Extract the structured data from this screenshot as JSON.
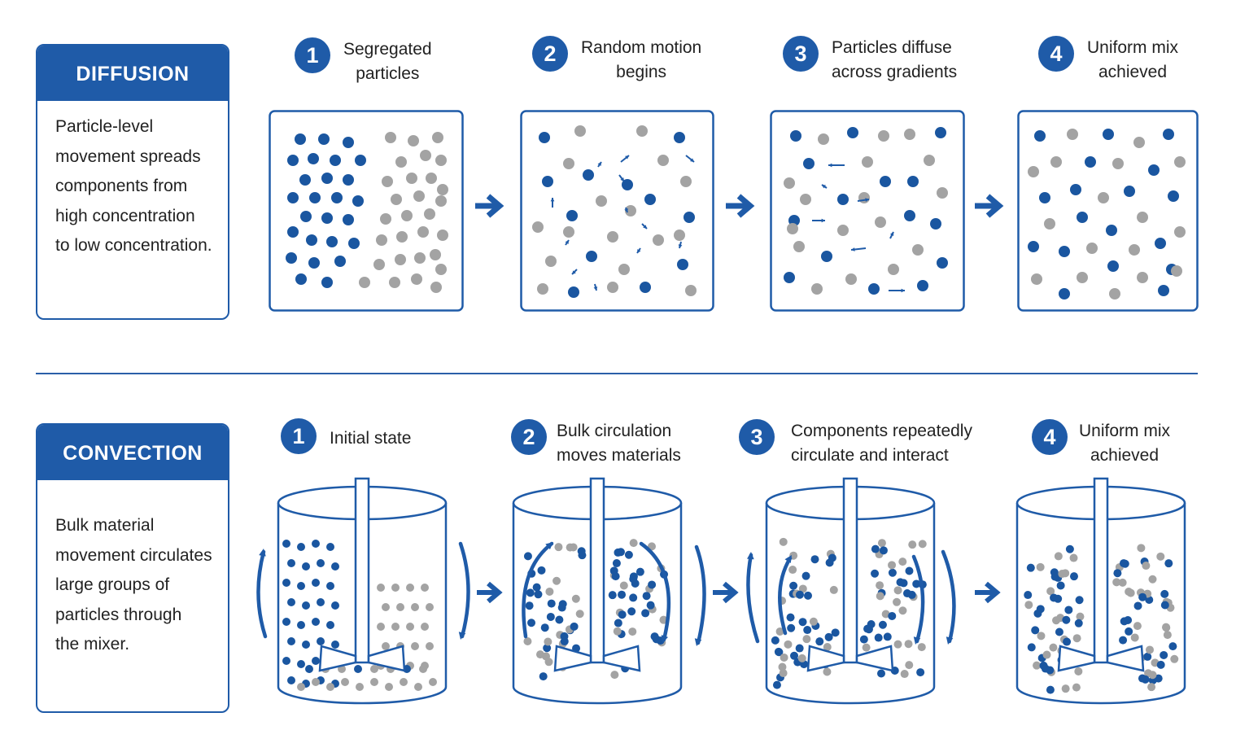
{
  "colors": {
    "primary": "#1f5ba8",
    "blue_particle": "#1a56a0",
    "gray_particle": "#a3a3a3"
  },
  "diffusion": {
    "title": "DIFFUSION",
    "description": [
      "Particle-level",
      "movement spreads",
      "components from",
      "high concentration",
      "to low concentration."
    ],
    "steps": [
      {
        "number": "1",
        "label": [
          "Segregated",
          "particles"
        ]
      },
      {
        "number": "2",
        "label": [
          "Random motion",
          "begins"
        ]
      },
      {
        "number": "3",
        "label": [
          "Particles diffuse",
          "across gradients"
        ]
      },
      {
        "number": "4",
        "label": [
          "Uniform mix",
          "achieved"
        ]
      }
    ]
  },
  "convection": {
    "title": "CONVECTION",
    "description": [
      "Bulk material",
      "movement circulates",
      "large groups of",
      "particles through",
      "the mixer."
    ],
    "steps": [
      {
        "number": "1",
        "label": [
          "Initial state"
        ]
      },
      {
        "number": "2",
        "label": [
          "Bulk circulation",
          "moves materials"
        ]
      },
      {
        "number": "3",
        "label": [
          "Components repeatedly",
          "circulate and interact"
        ]
      },
      {
        "number": "4",
        "label": [
          "Uniform mix",
          "achieved"
        ]
      }
    ]
  },
  "icons": [
    "right-arrow-icon",
    "circulation-arrow-icon",
    "impeller-icon"
  ]
}
